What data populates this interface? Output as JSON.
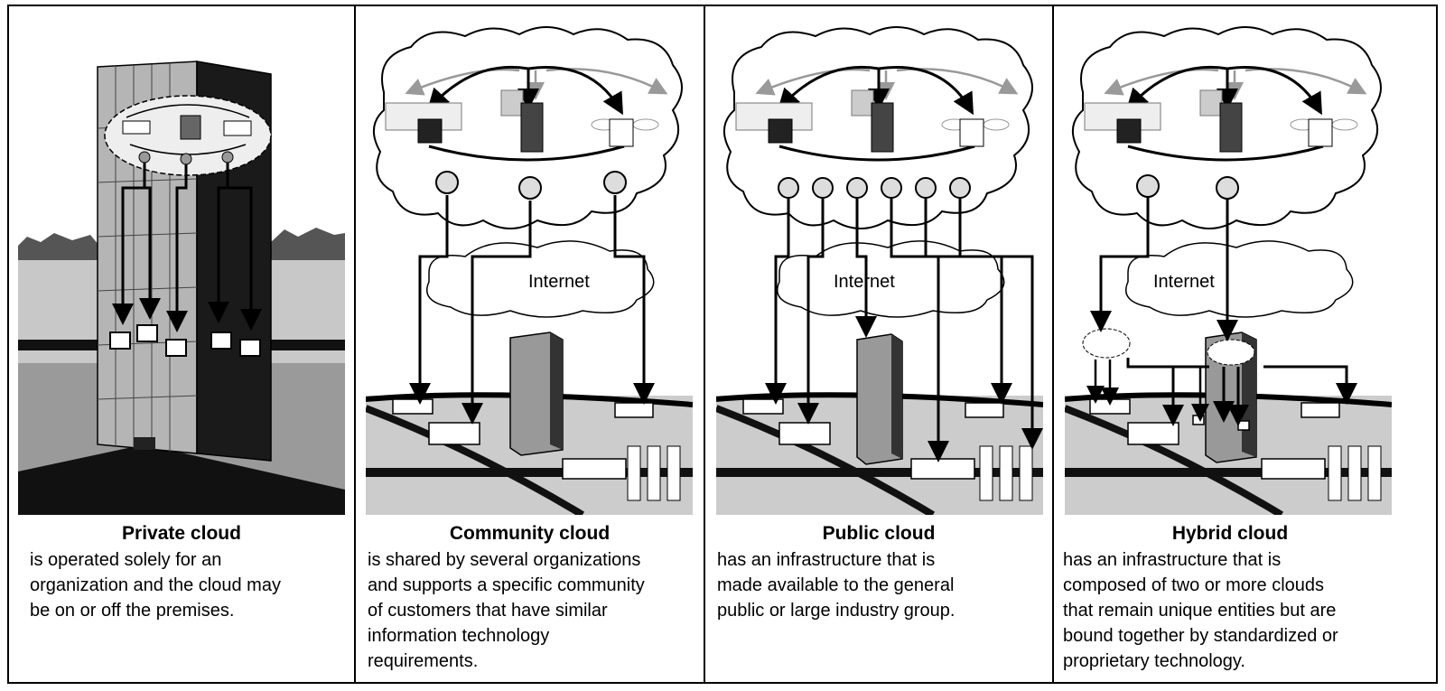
{
  "internet_label": "Internet",
  "panels": [
    {
      "title": "Private cloud",
      "lines": [
        "is operated solely for an",
        "organization and the cloud may",
        "be on or off the premises."
      ]
    },
    {
      "title": "Community cloud",
      "lines": [
        "is shared by several organizations",
        "and supports a specific community",
        "of customers that have similar",
        "information technology",
        "requirements."
      ]
    },
    {
      "title": "Public cloud",
      "lines": [
        "has an infrastructure that is",
        "made available to the general",
        "public or large industry group."
      ]
    },
    {
      "title": "Hybrid cloud",
      "lines": [
        "has an infrastructure that is",
        "composed of two or more clouds",
        "that remain unique entities but are",
        "bound together by standardized or",
        "proprietary technology."
      ]
    }
  ]
}
